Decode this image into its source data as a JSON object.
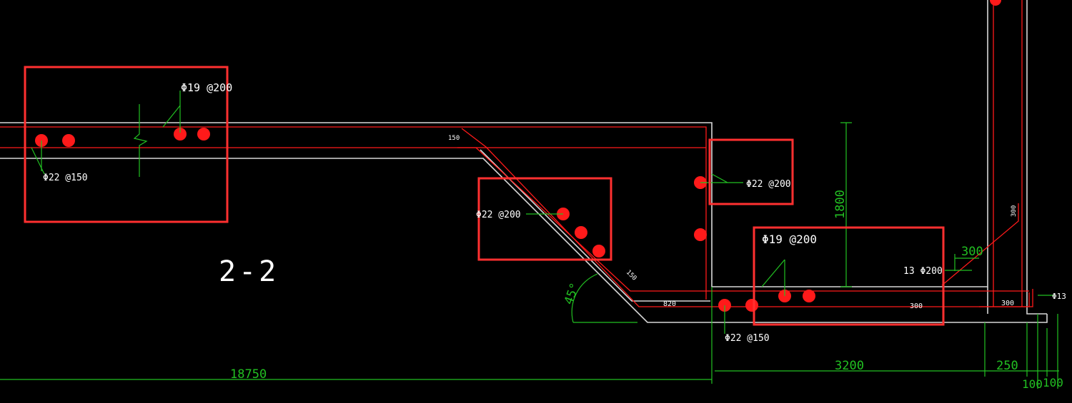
{
  "drawing": {
    "section_title": "2-2",
    "colors": {
      "background": "#000000",
      "concrete_outline": "#d8d8d8",
      "rebar": "#ff1a1a",
      "dimension": "#22c022",
      "highlight_box": "#ff3030",
      "text": "#ffffff"
    },
    "rebar_labels": {
      "top_left_upper": "Φ19 @200",
      "top_left_lower": "Φ22 @150",
      "slope": "Φ22 @200",
      "wall_right": "Φ22 @200",
      "bottom_upper": "Φ19 @200",
      "bottom_lower": "Φ22 @150",
      "bottom_right": "13 Φ200",
      "far_right": "Φ13"
    },
    "small_dims": {
      "top_slab": "150",
      "slope": "150",
      "bottom_slab": "820",
      "bottom_right": "300",
      "corner": "300",
      "wall_height": "300"
    },
    "dimensions": {
      "overall_length": "18750",
      "wall_height": "1800",
      "bottom_length": "3200",
      "edge": "250",
      "cover_a": "100",
      "cover_b": "100",
      "offset": "300",
      "angle": "45°"
    }
  }
}
